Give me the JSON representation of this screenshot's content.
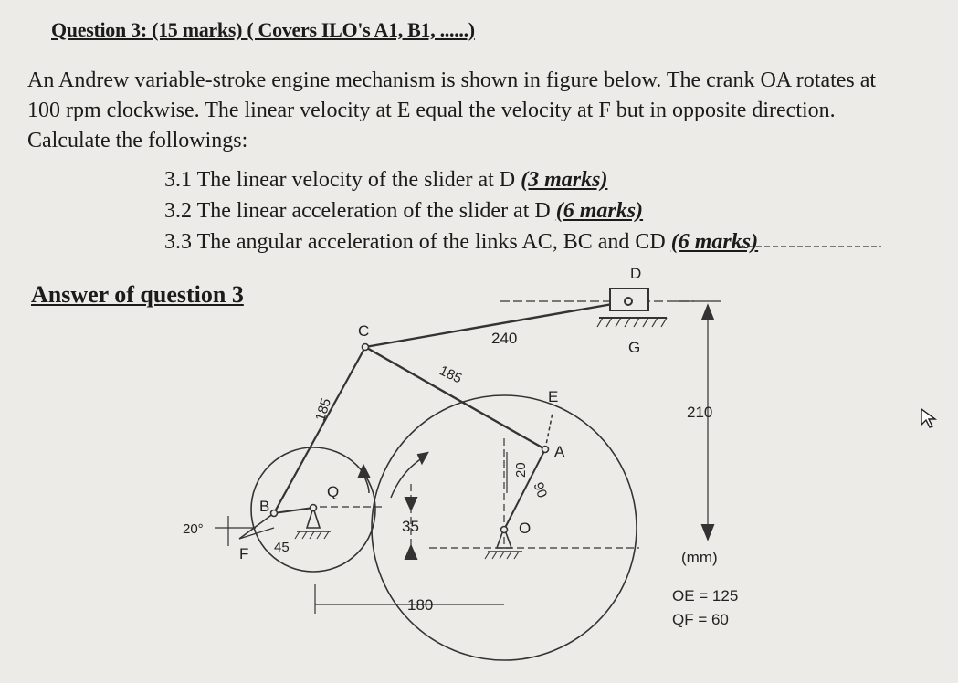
{
  "question": {
    "heading": "Question 3: (15 marks) ( Covers ILO's A1, B1, ......)",
    "paragraph": "An Andrew variable-stroke engine mechanism is shown in figure below. The crank OA rotates at 100 rpm clockwise. The linear velocity at E equal the velocity at F but in opposite direction. Calculate the followings:",
    "items": [
      {
        "text": "3.1 The linear velocity of the slider at D ",
        "marks": "(3 marks)"
      },
      {
        "text": "3.2 The linear acceleration of the slider at D ",
        "marks": "(6 marks)"
      },
      {
        "text": "3.3 The angular acceleration of the links AC, BC and CD ",
        "marks": "(6 marks)"
      }
    ],
    "answer_heading": "Answer of question 3"
  },
  "figure": {
    "labels": {
      "D": "D",
      "G": "G",
      "C": "C",
      "E": "E",
      "A": "A",
      "O": "O",
      "B": "B",
      "Q": "Q",
      "F": "F"
    },
    "dimensions": {
      "cd": "240",
      "ac": "185",
      "bc": "185",
      "vertical": "210",
      "oa_offset": "20",
      "oa_angle": "90",
      "o_q_vertical": "35",
      "horizontal": "180",
      "angle_f": "20°",
      "angle_b": "45"
    },
    "units": "(mm)",
    "notes": [
      "OE = 125",
      "QF = 60"
    ]
  }
}
